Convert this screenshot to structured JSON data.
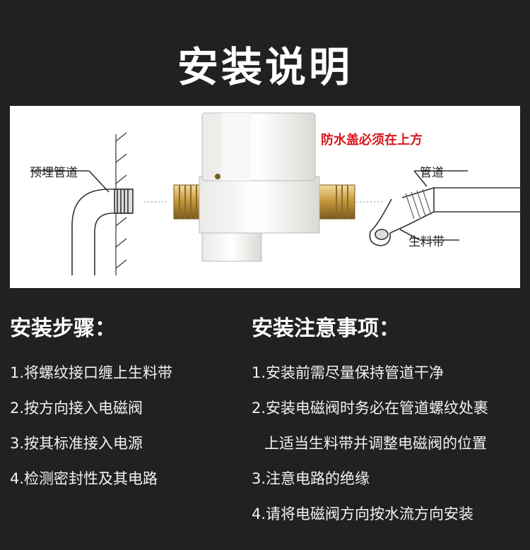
{
  "title": "安装说明",
  "diagram": {
    "embedded_pipe_label": "预埋管道",
    "warning": "防水盖必须在上方",
    "pipe_label": "管道",
    "tape_label": "生料带"
  },
  "steps": {
    "heading": "安装步骤：",
    "items": [
      "1.将螺纹接口缠上生料带",
      "2.按方向接入电磁阀",
      "3.按其标准接入电源",
      "4.检测密封性及其电路"
    ]
  },
  "notes": {
    "heading": "安装注意事项：",
    "items": [
      "1.安装前需尽量保持管道干净",
      "2.安装电磁阀时务必在管道螺纹处裹",
      "上适当生料带并调整电磁阀的位置",
      "3.注意电路的绝缘",
      "4.请将电磁阀方向按水流方向安装"
    ]
  }
}
